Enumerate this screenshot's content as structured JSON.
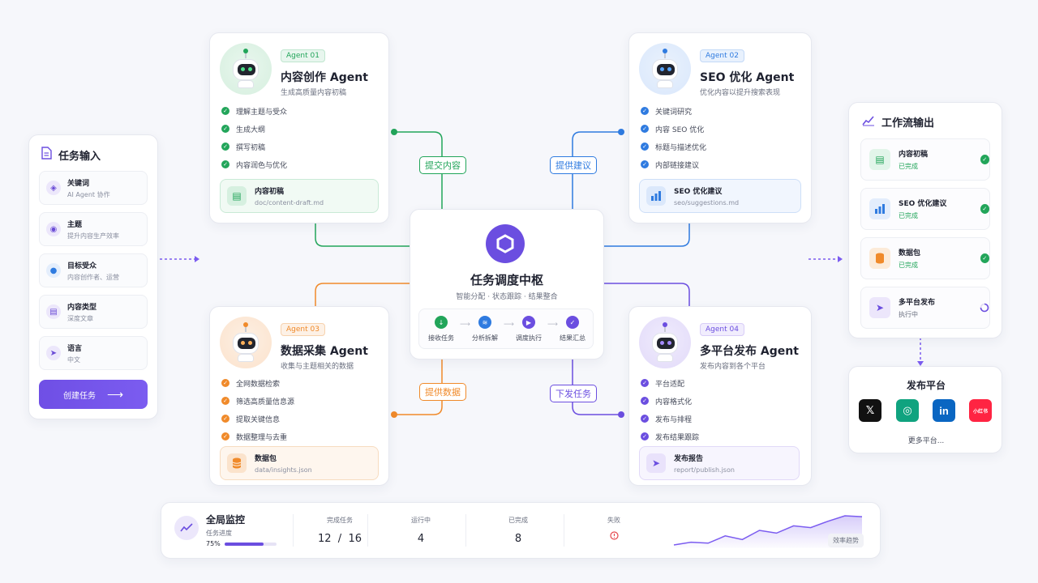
{
  "colors": {
    "green": "#22a55a",
    "blue": "#2f7be0",
    "orange": "#f08a2a",
    "purple": "#6b4ee0",
    "red": "#e5484d"
  },
  "input_panel": {
    "title": "任务输入",
    "items": [
      {
        "label": "关键词",
        "value": "AI Agent 协作",
        "icon": "tag-icon"
      },
      {
        "label": "主题",
        "value": "提升内容生产效率",
        "icon": "target-icon"
      },
      {
        "label": "目标受众",
        "value": "内容创作者、运营",
        "icon": "user-icon"
      },
      {
        "label": "内容类型",
        "value": "深度文章",
        "icon": "document-icon"
      },
      {
        "label": "语言",
        "value": "中文",
        "icon": "send-icon"
      }
    ],
    "create_button": "创建任务"
  },
  "agents": [
    {
      "tag": "Agent 01",
      "title": "内容创作 Agent",
      "subtitle": "生成高质量内容初稿",
      "tasks": [
        "理解主题与受众",
        "生成大纲",
        "撰写初稿",
        "内容润色与优化"
      ],
      "output_label": "内容初稿",
      "output_path": "doc/content-draft.md"
    },
    {
      "tag": "Agent 02",
      "title": "SEO 优化 Agent",
      "subtitle": "优化内容以提升搜索表现",
      "tasks": [
        "关键词研究",
        "内容 SEO 优化",
        "标题与描述优化",
        "内部链接建议"
      ],
      "output_label": "SEO 优化建议",
      "output_path": "seo/suggestions.md"
    },
    {
      "tag": "Agent 03",
      "title": "数据采集 Agent",
      "subtitle": "收集与主题相关的数据",
      "tasks": [
        "全网数据检索",
        "筛选高质量信息源",
        "提取关键信息",
        "数据整理与去重"
      ],
      "output_label": "数据包",
      "output_path": "data/insights.json"
    },
    {
      "tag": "Agent 04",
      "title": "多平台发布 Agent",
      "subtitle": "发布内容到各个平台",
      "tasks": [
        "平台适配",
        "内容格式化",
        "发布与排程",
        "发布结果跟踪"
      ],
      "output_label": "发布报告",
      "output_path": "report/publish.json"
    }
  ],
  "connectors": {
    "submit_content": "提交内容",
    "provide_suggestions": "提供建议",
    "provide_data": "提供数据",
    "dispatch_task": "下发任务"
  },
  "hub": {
    "title": "任务调度中枢",
    "subtitle": "智能分配 · 状态跟踪 · 结果整合",
    "steps": [
      "接收任务",
      "分析拆解",
      "调度执行",
      "结果汇总"
    ]
  },
  "output_panel": {
    "title": "工作流输出",
    "items": [
      {
        "label": "内容初稿",
        "status": "已完成",
        "state": "done"
      },
      {
        "label": "SEO 优化建议",
        "status": "已完成",
        "state": "done"
      },
      {
        "label": "数据包",
        "status": "已完成",
        "state": "done"
      },
      {
        "label": "多平台发布",
        "status": "执行中",
        "state": "running"
      }
    ]
  },
  "platforms": {
    "title": "发布平台",
    "items": [
      {
        "name": "X",
        "glyph": "𝕏",
        "color": "#111111"
      },
      {
        "name": "ChatGPT",
        "glyph": "◎",
        "color": "#10a37f"
      },
      {
        "name": "LinkedIn",
        "glyph": "in",
        "color": "#0a66c2"
      },
      {
        "name": "小红书",
        "glyph": "小红书",
        "color": "#ff2442"
      }
    ],
    "more": "更多平台..."
  },
  "monitor": {
    "title": "全局监控",
    "progress_label": "任务进度",
    "progress_value": "75%",
    "progress_fraction": 0.75,
    "completed_tasks_label": "完成任务",
    "completed_tasks_value": "12  /  16",
    "running_label": "运行中",
    "running_value": "4",
    "done_label": "已完成",
    "done_value": "8",
    "failed_label": "失败",
    "trend_label": "效率趋势",
    "trend_values": [
      12,
      15,
      14,
      22,
      18,
      28,
      25,
      33,
      31,
      38,
      44,
      43
    ]
  }
}
